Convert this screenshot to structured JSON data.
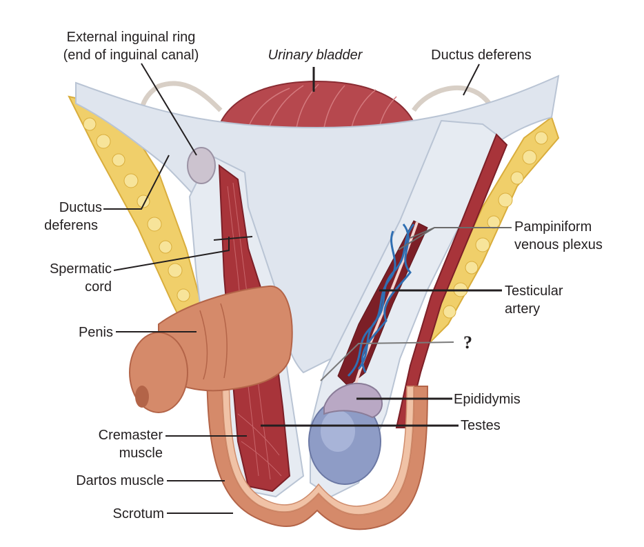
{
  "labels": {
    "external_ring_line1": "External inguinal ring",
    "external_ring_line2": "(end of inguinal canal)",
    "urinary_bladder": "Urinary bladder",
    "ductus_deferens_right": "Ductus deferens",
    "ductus_deferens_left_line1": "Ductus",
    "ductus_deferens_left_line2": "deferens",
    "spermatic_cord_line1": "Spermatic",
    "spermatic_cord_line2": "cord",
    "penis": "Penis",
    "pampiniform_line1": "Pampiniform",
    "pampiniform_line2": "venous plexus",
    "testicular_artery_line1": "Testicular",
    "testicular_artery_line2": "artery",
    "unknown": "?",
    "epididymis": "Epididymis",
    "testes": "Testes",
    "cremaster_line1": "Cremaster",
    "cremaster_line2": "muscle",
    "dartos": "Dartos muscle",
    "scrotum": "Scrotum"
  },
  "colors": {
    "fat": "#f0cf6a",
    "fat_dark": "#d9ad3c",
    "fascia": "#dfe5ee",
    "fascia_shadow": "#b9c4d4",
    "muscle": "#a8343a",
    "muscle_dark": "#7c1f27",
    "bladder": "#b6484e",
    "skin": "#d58a6a",
    "skin_dark": "#b36448",
    "testis": "#8e9cc6",
    "epididymis": "#b9a8c4",
    "vein": "#2f6fb3",
    "artery": "#d85b5b",
    "leader": "#231f20"
  }
}
